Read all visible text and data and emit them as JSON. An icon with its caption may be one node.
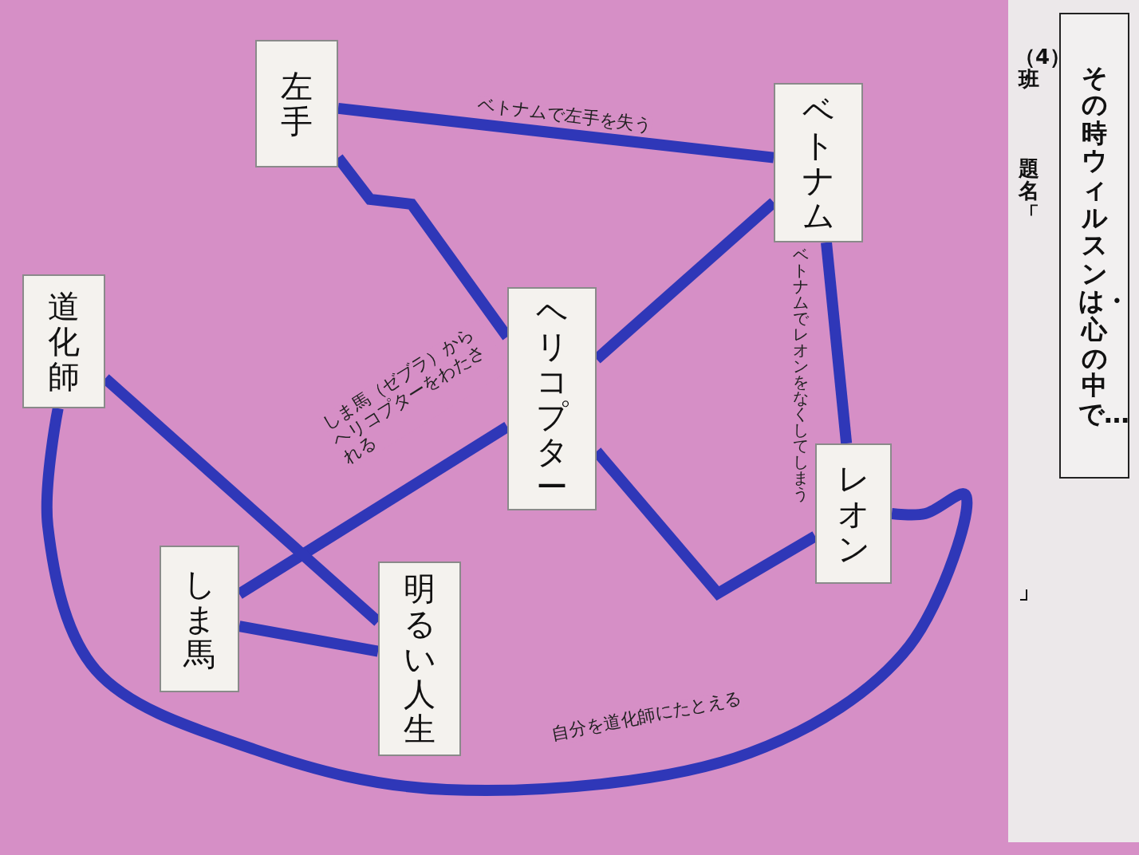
{
  "diagram": {
    "title": "その時ウィルスンは・心の中で…",
    "nodes": [
      {
        "text": [
          "左手"
        ]
      },
      {
        "text": [
          "ベトナム"
        ]
      },
      {
        "text": [
          "道化師"
        ]
      },
      {
        "text": [
          "ヘリコプター"
        ]
      },
      {
        "text": [
          "レオン"
        ]
      },
      {
        "text": [
          "しま馬"
        ]
      },
      {
        "text": [
          "明るい人生"
        ]
      }
    ],
    "edges": [
      {
        "from": 0,
        "to": 1,
        "arrow": "none",
        "label": "ベトナムで左手を失う"
      },
      {
        "from": 0,
        "to": 3,
        "arrow": "none"
      },
      {
        "from": 3,
        "to": 1,
        "arrow": "none"
      },
      {
        "from": 1,
        "to": 4,
        "arrow": "none",
        "label": "ベトナムでレオンをなくしてしまう"
      },
      {
        "from": 3,
        "to": 4,
        "arrow": "none"
      },
      {
        "from": 5,
        "to": 3,
        "arrow": "none",
        "label": "しま馬（ゼブラ）からヘリコプターをわたされる"
      },
      {
        "from": 2,
        "to": 6,
        "arrow": "none"
      },
      {
        "from": 5,
        "to": 6,
        "arrow": "none"
      },
      {
        "from": 2,
        "to": 4,
        "arrow": "none",
        "label": "自分を道化師にたとえる"
      }
    ],
    "labels": [
      "（4）班",
      "題名「",
      "」"
    ]
  }
}
